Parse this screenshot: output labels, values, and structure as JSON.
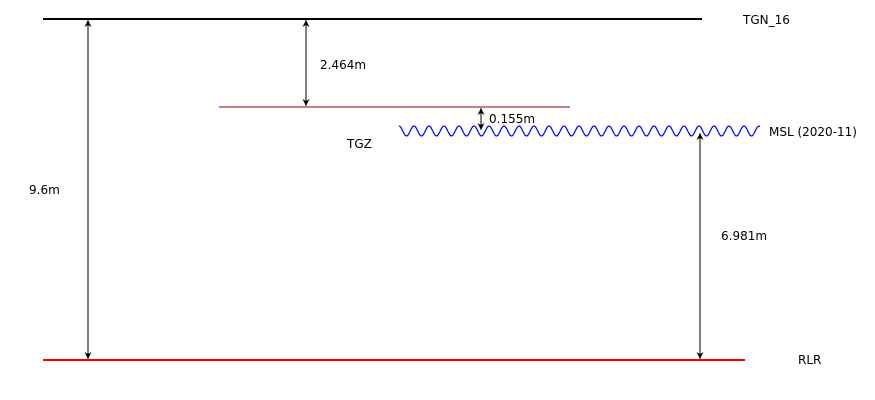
{
  "levels": {
    "tgn": "TGN_16",
    "tgz": "TGZ",
    "msl": "MSL (2020-11)",
    "rlr": "RLR"
  },
  "measurements": {
    "tgn_to_tgz": "2.464m",
    "tgz_to_msl": "0.155m",
    "tgn_to_rlr": "9.6m",
    "msl_to_rlr": "6.981m"
  },
  "colors": {
    "tgn": "#000000",
    "tgz": "#8b0000",
    "msl": "#0000ff",
    "rlr": "#ff0000"
  }
}
